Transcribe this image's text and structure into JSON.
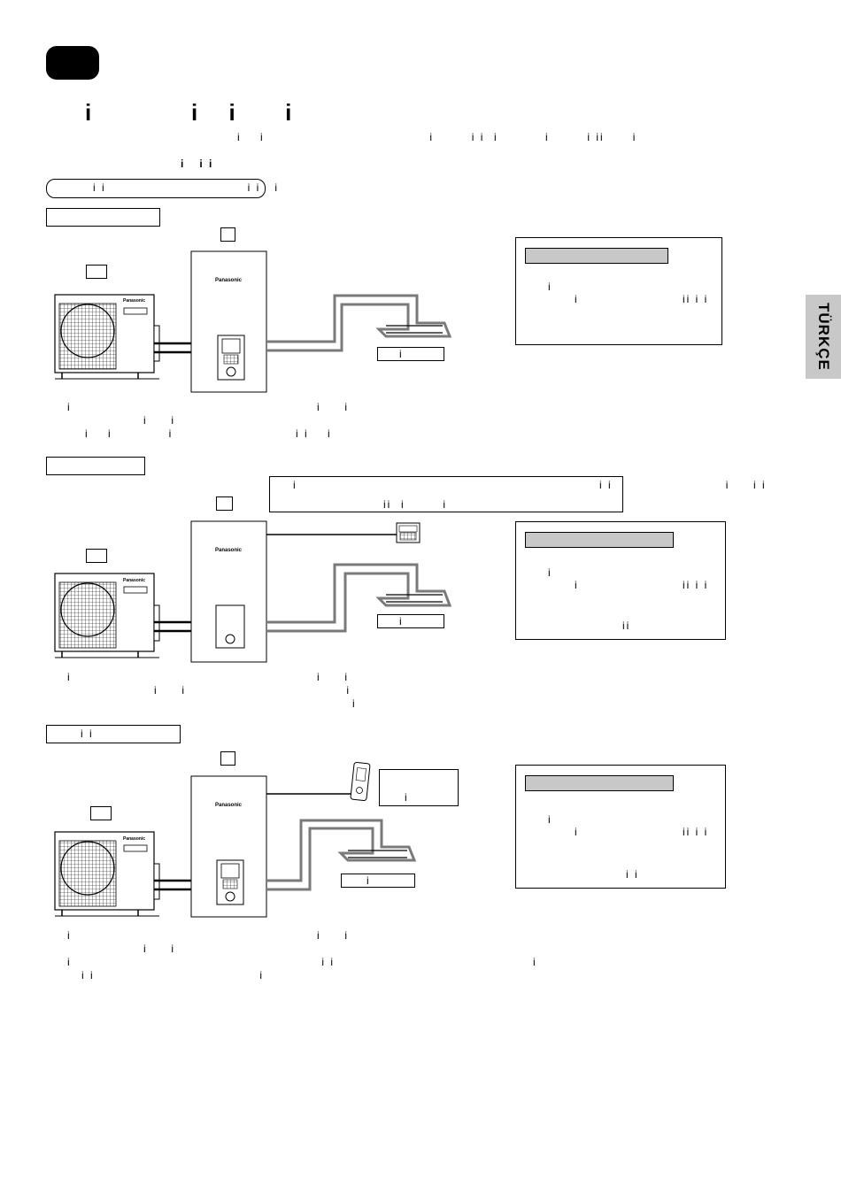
{
  "brand": "Panasonic",
  "side_tab": "TÜRKÇE",
  "header": {
    "title_a": "i",
    "title_b": "i i  i",
    "line1": "i    i                                   i        i i  i          i        i ii      i",
    "line2": "i   i i"
  },
  "rounded_box_text": "i i                              i i   i",
  "sections": [
    {
      "info_lines": [
        "i",
        "i                      ii i i"
      ],
      "pipe_label": "i",
      "desc": [
        "i                                                    i     i",
        "i     i",
        "i    i            i                          i i    i"
      ]
    },
    {
      "note": [
        "i                                                                i i                        i     i i",
        "ii  i        i"
      ],
      "info_lines": [
        "i",
        "i                      ii i i",
        "ii"
      ],
      "pipe_label": "i",
      "desc": [
        "i                                                    i     i",
        "i     i                                  i",
        "i"
      ]
    },
    {
      "label": "i i",
      "thermostat_label": "i",
      "info_lines": [
        "i",
        "i                      ii i i",
        "i i"
      ],
      "pipe_label": "i",
      "desc": [
        "i                                                    i     i",
        "i     i",
        "i                                                     i i                                          i",
        "i i                                   i"
      ]
    }
  ]
}
